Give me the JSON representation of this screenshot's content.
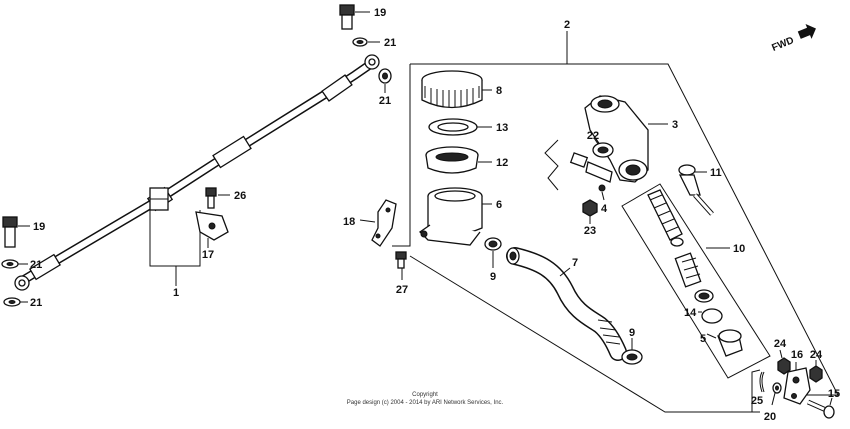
{
  "direction_label": "FWD",
  "callouts": {
    "c1": "1",
    "c2": "2",
    "c3": "3",
    "c4": "4",
    "c5": "5",
    "c6": "6",
    "c7": "7",
    "c8": "8",
    "c9a": "9",
    "c9b": "9",
    "c10": "10",
    "c11": "11",
    "c12": "12",
    "c13": "13",
    "c14": "14",
    "c15": "15",
    "c16": "16",
    "c17": "17",
    "c18": "18",
    "c19a": "19",
    "c19b": "19",
    "c20": "20",
    "c21a": "21",
    "c21b": "21",
    "c21c": "21",
    "c21d": "21",
    "c22": "22",
    "c23": "23",
    "c24a": "24",
    "c24b": "24",
    "c25": "25",
    "c26": "26",
    "c27": "27"
  },
  "copyright": {
    "line1": "Copyright",
    "line2": "Page design (c) 2004 - 2014 by ARI Network Services, Inc."
  }
}
